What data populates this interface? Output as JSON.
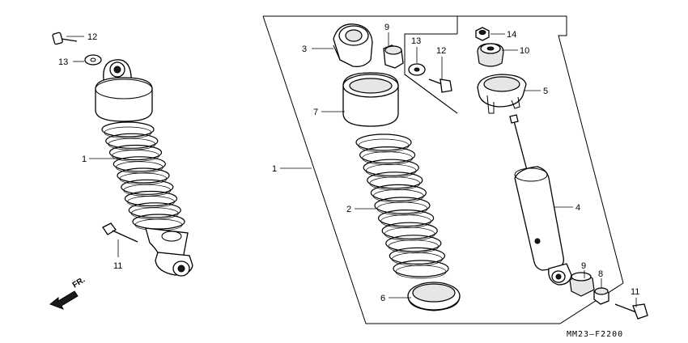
{
  "callouts": {
    "left_12": "12",
    "left_13": "13",
    "left_1": "1",
    "left_11": "11",
    "c_3": "3",
    "c_9_top": "9",
    "c_13": "13",
    "c_12": "12",
    "c_7": "7",
    "c_1": "1",
    "c_2": "2",
    "c_6": "6",
    "c_14": "14",
    "c_10": "10",
    "c_5": "5",
    "c_4": "4",
    "c_9_bot": "9",
    "c_8": "8",
    "c_11": "11"
  },
  "direction_marker": "FR.",
  "figure_code": "MM23–F2200"
}
